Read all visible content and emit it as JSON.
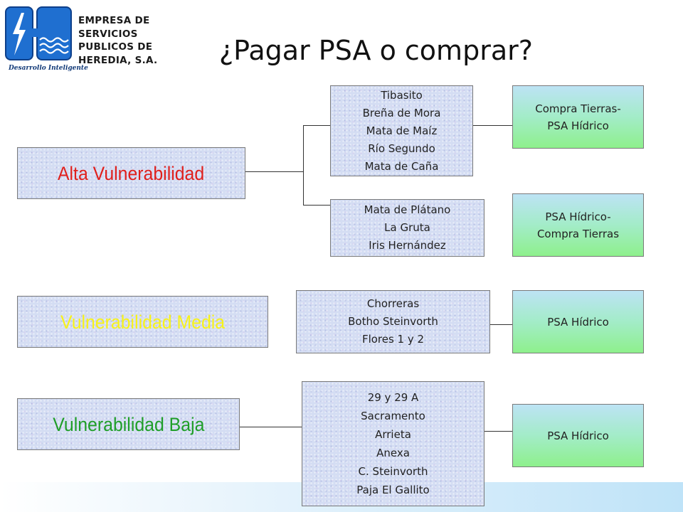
{
  "logo": {
    "lines": [
      "EMPRESA DE",
      "SERVICIOS",
      "PUBLICOS DE",
      "HEREDIA, S.A."
    ],
    "tagline": "Desarrollo Inteligente",
    "colors": {
      "blue": "#1f6fd0",
      "dark": "#0d3f8a"
    }
  },
  "title": "¿Pagar PSA o comprar?",
  "categories": [
    {
      "label": "Alta Vulnerabilidad",
      "color": "#e0201c"
    },
    {
      "label": "Vulnerabilidad Media",
      "color": "#f7f21a"
    },
    {
      "label": "Vulnerabilidad Baja",
      "color": "#1f9e28"
    }
  ],
  "groups": [
    {
      "items": [
        "Tibasito",
        "Breña de Mora",
        "Mata de Maíz",
        "Río Segundo",
        "Mata de Caña"
      ]
    },
    {
      "items": [
        "Mata de Plátano",
        "La Gruta",
        "Iris Hernández"
      ]
    },
    {
      "items": [
        "Chorreras",
        "Botho Steinvorth",
        "Flores 1 y 2"
      ]
    },
    {
      "items": [
        "29 y 29 A",
        "Sacramento",
        "Arrieta",
        "Anexa",
        "C. Steinvorth",
        "Paja El Gallito"
      ]
    }
  ],
  "results": [
    {
      "lines": [
        "Compra Tierras-",
        "PSA Hídrico"
      ]
    },
    {
      "lines": [
        "PSA Hídrico-",
        "Compra Tierras"
      ]
    },
    {
      "lines": [
        "PSA Hídrico"
      ]
    },
    {
      "lines": [
        "PSA Hídrico"
      ]
    }
  ]
}
